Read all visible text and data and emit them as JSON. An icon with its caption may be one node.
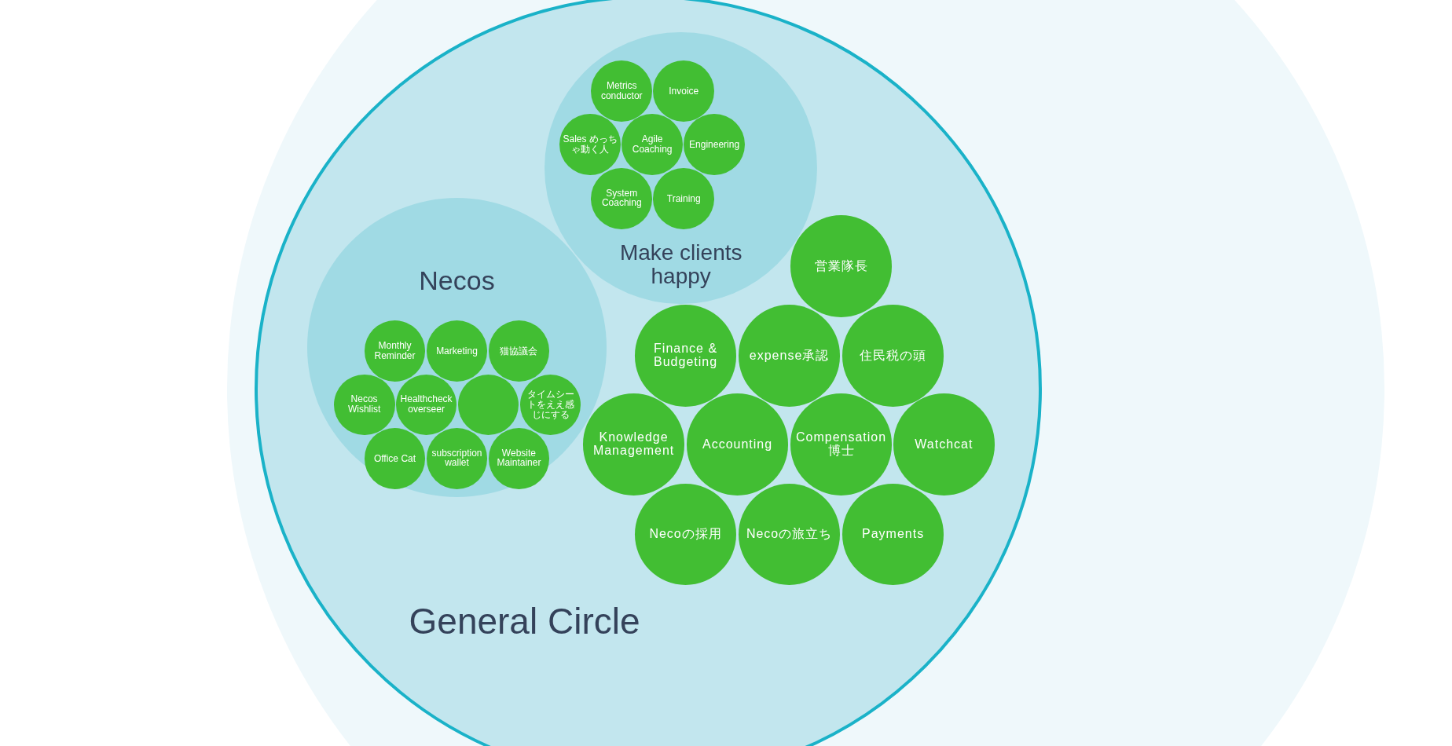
{
  "diagram": {
    "nodes": [
      {
        "text": [],
        "shape": "circle"
      },
      {
        "text": [
          "General Circle"
        ],
        "in": 0
      },
      {
        "text": [
          "Make clients happy"
        ],
        "in": 1
      },
      {
        "text": [
          "Metrics conductor"
        ],
        "in": 2
      },
      {
        "text": [
          "Invoice"
        ],
        "in": 2
      },
      {
        "text": [
          "Sales めっちゃ動く人"
        ],
        "in": 2
      },
      {
        "text": [
          "Agile Coaching"
        ],
        "in": 2
      },
      {
        "text": [
          "Engineering"
        ],
        "in": 2
      },
      {
        "text": [
          "System Coaching"
        ],
        "in": 2
      },
      {
        "text": [
          "Training"
        ],
        "in": 2
      },
      {
        "text": [
          "Necos"
        ],
        "in": 1
      },
      {
        "text": [
          "Monthly Reminder"
        ],
        "in": 10
      },
      {
        "text": [
          "Marketing"
        ],
        "in": 10
      },
      {
        "text": [
          "猫協議会"
        ],
        "in": 10
      },
      {
        "text": [
          "Necos Wishlist"
        ],
        "in": 10
      },
      {
        "text": [
          "Healthcheck overseer"
        ],
        "in": 10
      },
      {
        "text": [],
        "shape": "circle",
        "in": 10
      },
      {
        "text": [
          "タイムシートをええ感じにする"
        ],
        "in": 10
      },
      {
        "text": [
          "Office Cat"
        ],
        "in": 10
      },
      {
        "text": [
          "subscription wallet"
        ],
        "in": 10
      },
      {
        "text": [
          "Website Maintainer"
        ],
        "in": 10
      },
      {
        "text": [
          "営業隊長"
        ],
        "in": 1
      },
      {
        "text": [
          "Finance & Budgeting"
        ],
        "in": 1
      },
      {
        "text": [
          "expense承認"
        ],
        "in": 1
      },
      {
        "text": [
          "住民税の頭"
        ],
        "in": 1
      },
      {
        "text": [
          "Knowledge Management"
        ],
        "in": 1
      },
      {
        "text": [
          "Accounting"
        ],
        "in": 1
      },
      {
        "text": [
          "Compensation博士"
        ],
        "in": 1
      },
      {
        "text": [
          "Watchcat"
        ],
        "in": 1
      },
      {
        "text": [
          "Necoの採用"
        ],
        "in": 1
      },
      {
        "text": [
          "Necoの旅立ち"
        ],
        "in": 1
      },
      {
        "text": [
          "Payments"
        ],
        "in": 1
      }
    ]
  }
}
